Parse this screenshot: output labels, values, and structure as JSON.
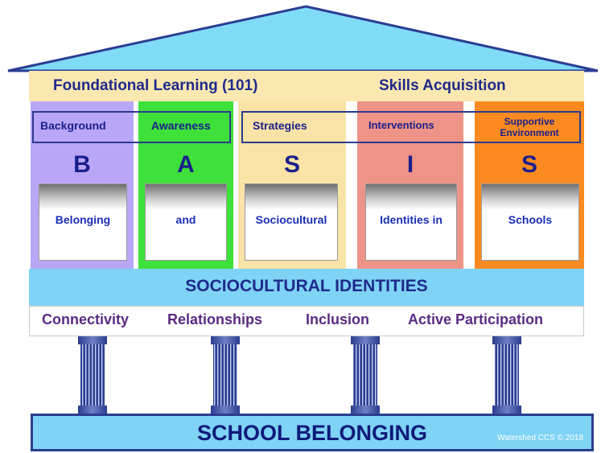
{
  "header": {
    "left_title": "Foundational Learning (101)",
    "right_title": "Skills Acquisition"
  },
  "columns": [
    {
      "label": "Background",
      "letter": "B",
      "card_text": "Belonging",
      "color": "#b9a6f7"
    },
    {
      "label": "Awareness",
      "letter": "A",
      "card_text": "and",
      "color": "#3ee03a"
    },
    {
      "label": "Strategies",
      "letter": "S",
      "card_text": "Sociocultural",
      "color": "#f9e3a6"
    },
    {
      "label": "Interventions",
      "letter": "I",
      "card_text": "Identities in",
      "color": "#ee9387"
    },
    {
      "label_line1": "Supportive",
      "label_line2": "Environment",
      "letter": "S",
      "card_text": "Schools",
      "color": "#fb8a20"
    }
  ],
  "banner": "SOCIOCULTURAL IDENTITIES",
  "pillars": [
    "Connectivity",
    "Relationships",
    "Inclusion",
    "Active Participation"
  ],
  "foundation": "SCHOOL BELONGING",
  "credit": "Watershed CCS © 2018",
  "colors": {
    "roof": "#80dbf7",
    "roof_stroke": "#2b3d94",
    "header_bg": "#fbe8b0",
    "banner_bg": "#7fd3f5",
    "text_navy": "#1f2a8c",
    "pillar_text": "#5b2a83"
  }
}
